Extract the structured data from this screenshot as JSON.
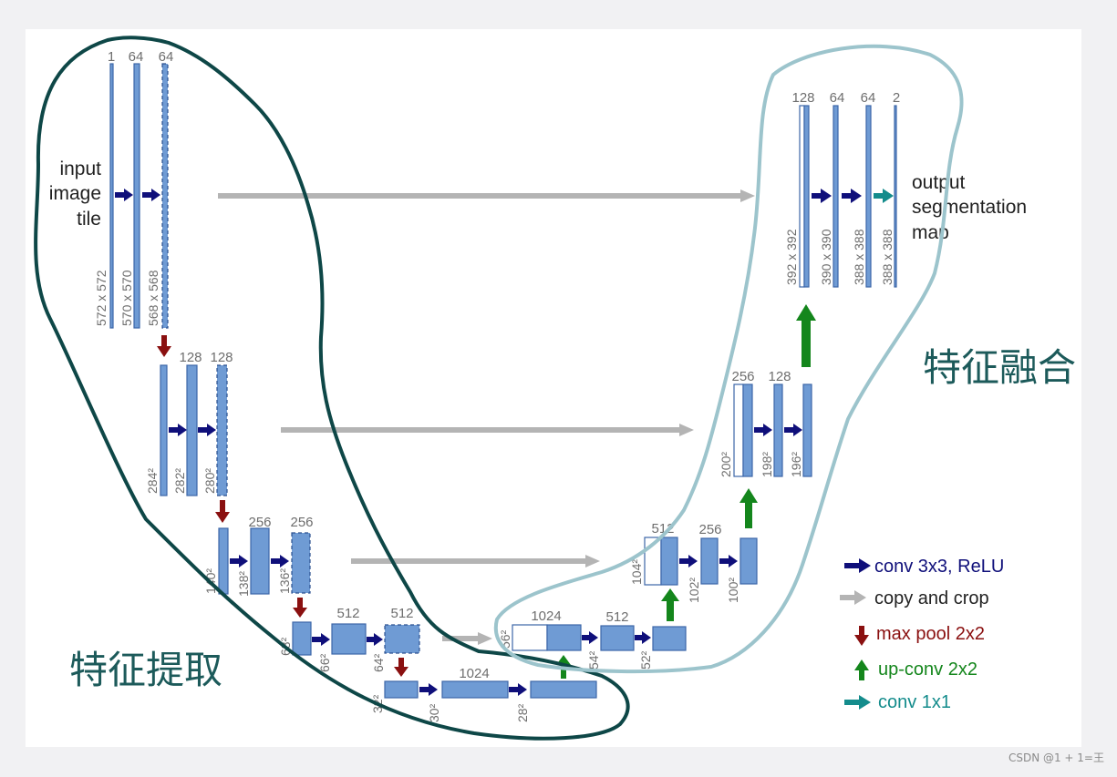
{
  "colors": {
    "block_fill": "#6f9bd4",
    "block_stroke": "#3c66a8",
    "conv_arrow": "#0f0f7a",
    "copy_arrow": "#b4b4b4",
    "pool_arrow": "#8a1010",
    "upconv_arrow": "#14861c",
    "conv1x1_arrow": "#148c8c",
    "label_gray": "#6e6e6e",
    "encoder_outline": "#0e4747",
    "decoder_outline": "#9cc4cc",
    "annotation_text": "#1c5a5a"
  },
  "input_label": [
    "input",
    "image",
    "tile"
  ],
  "output_label": [
    "output",
    "segmentation",
    "map"
  ],
  "channels": {
    "l1": [
      "1",
      "64",
      "64"
    ],
    "l2": [
      "128",
      "128"
    ],
    "l3": [
      "256",
      "256"
    ],
    "l4": [
      "512",
      "512"
    ],
    "l5": "1024",
    "d4": [
      "1024",
      "512"
    ],
    "d3": [
      "512",
      "256"
    ],
    "d2": [
      "256",
      "128"
    ],
    "d1": [
      "128",
      "64",
      "64",
      "2"
    ]
  },
  "sizes": {
    "l1": [
      "572 x 572",
      "570 x 570",
      "568 x 568"
    ],
    "l2": [
      "284²",
      "282²",
      "280²"
    ],
    "l3": [
      "140²",
      "138²",
      "136²"
    ],
    "l4": [
      "68²",
      "66²",
      "64²"
    ],
    "l5": [
      "32²",
      "30²",
      "28²"
    ],
    "d4": [
      "56²",
      "54²",
      "52²"
    ],
    "d3": [
      "104²",
      "102²",
      "100²"
    ],
    "d2": [
      "200²",
      "198²",
      "196²"
    ],
    "d1": [
      "392 x 392",
      "390 x 390",
      "388 x 388",
      "388 x 388"
    ]
  },
  "legend": [
    {
      "label": "conv 3x3, ReLU",
      "kind": "conv"
    },
    {
      "label": "copy and crop",
      "kind": "copy"
    },
    {
      "label": "max pool 2x2",
      "kind": "pool"
    },
    {
      "label": "up-conv 2x2",
      "kind": "up"
    },
    {
      "label": "conv 1x1",
      "kind": "c11"
    }
  ],
  "annotations": {
    "encoder": "特征提取",
    "decoder": "特征融合"
  },
  "watermark": "CSDN @1 + 1=王"
}
